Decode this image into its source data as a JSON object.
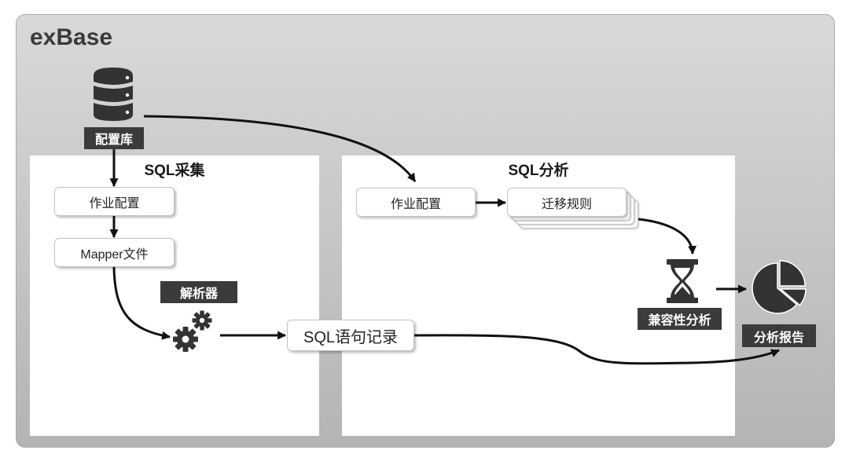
{
  "app_title": "exBase",
  "config_db": {
    "label": "配置库",
    "icon": "database-icon"
  },
  "sql_collection": {
    "title": "SQL采集",
    "job_config": "作业配置",
    "mapper_file": "Mapper文件",
    "parser": {
      "label": "解析器",
      "icon": "gears-icon"
    }
  },
  "sql_record": "SQL语句记录",
  "sql_analysis": {
    "title": "SQL分析",
    "job_config": "作业配置",
    "migration_rules": "迁移规则",
    "compatibility": {
      "label": "兼容性分析",
      "icon": "hourglass-icon"
    }
  },
  "report": {
    "label": "分析报告",
    "icon": "pie-chart-icon"
  },
  "colors": {
    "container_top": "#d9d9d9",
    "container_bottom": "#b4b4b4",
    "label_bg": "#3b3b3b",
    "icon": "#333333",
    "arrow": "#111111"
  }
}
